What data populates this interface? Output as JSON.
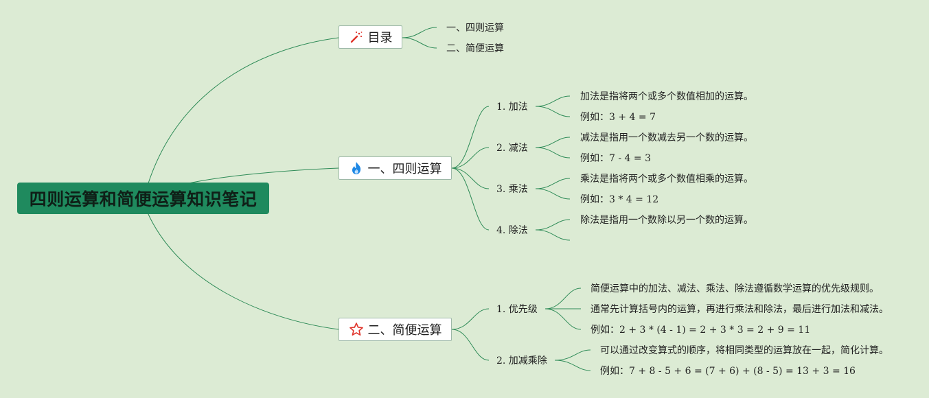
{
  "root": {
    "title": "四则运算和简便运算知识笔记"
  },
  "branches": {
    "toc": {
      "label": "目录",
      "icon": "magic-wand-icon",
      "items": [
        "一、四则运算",
        "二、简便运算"
      ]
    },
    "four_ops": {
      "label": "一、四则运算",
      "icon": "flame-icon",
      "subs": [
        {
          "label": "1. 加法",
          "desc": "加法是指将两个或多个数值相加的运算。",
          "example_prefix": "例如：",
          "example": "3 + 4 = 7"
        },
        {
          "label": "2. 减法",
          "desc": "减法是指用一个数减去另一个数的运算。",
          "example_prefix": "例如：",
          "example": "7 - 4 = 3"
        },
        {
          "label": "3. 乘法",
          "desc": "乘法是指将两个或多个数值相乘的运算。",
          "example_prefix": "例如：",
          "example": "3 * 4 = 12"
        },
        {
          "label": "4. 除法",
          "desc": "除法是指用一个数除以另一个数的运算。"
        }
      ]
    },
    "simple_ops": {
      "label": "二、简便运算",
      "icon": "star-icon",
      "subs": [
        {
          "label": "1. 优先级",
          "lines": [
            "简便运算中的加法、减法、乘法、除法遵循数学运算的优先级规则。",
            "通常先计算括号内的运算，再进行乘法和除法，最后进行加法和减法。"
          ],
          "example_prefix": "例如：",
          "example": "2 + 3 * (4 - 1) = 2 + 3 * 3 = 2 + 9 = 11"
        },
        {
          "label": "2. 加减乘除",
          "lines": [
            "可以通过改变算式的顺序，将相同类型的运算放在一起，简化计算。"
          ],
          "example_prefix": "例如：",
          "example": "7 + 8 - 5 + 6 = (7 + 6) + (8 - 5) = 13 + 3 = 16"
        }
      ]
    }
  },
  "colors": {
    "background": "#dcebd4",
    "root_fill": "#1f8a5e",
    "connector": "#2e8b57",
    "icon_red": "#e0342b",
    "icon_blue": "#1e88e5"
  }
}
